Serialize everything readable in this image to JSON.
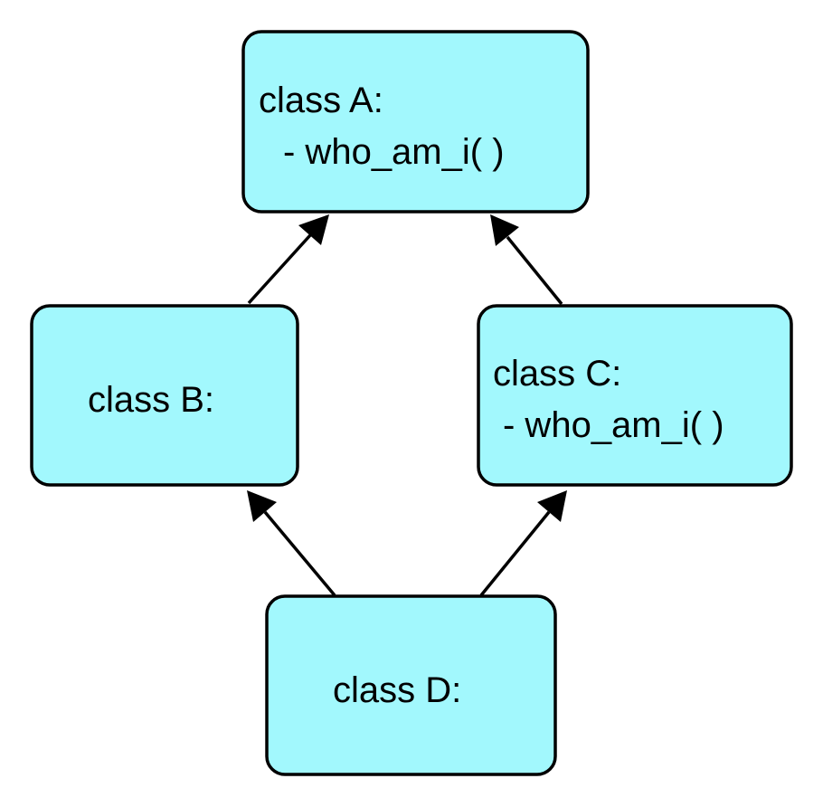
{
  "colors": {
    "box_fill": "#a2f8fd",
    "stroke": "#000000",
    "text": "#000000"
  },
  "nodes": {
    "a": {
      "title": "class A:",
      "method": "- who_am_i( )"
    },
    "b": {
      "title": "class B:"
    },
    "c": {
      "title": "class C:",
      "method": "- who_am_i( )"
    },
    "d": {
      "title": "class D:"
    }
  },
  "edges": [
    {
      "from": "b",
      "to": "a"
    },
    {
      "from": "c",
      "to": "a"
    },
    {
      "from": "d",
      "to": "b"
    },
    {
      "from": "d",
      "to": "c"
    }
  ]
}
